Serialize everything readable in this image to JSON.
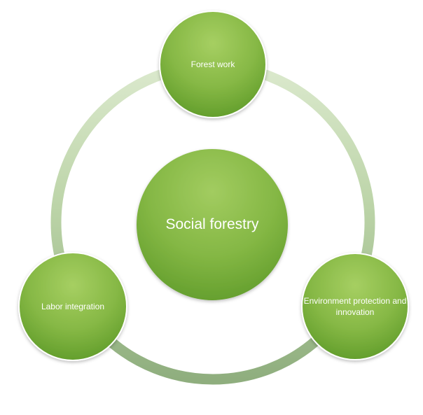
{
  "diagram": {
    "center": {
      "label": "Social forestry"
    },
    "nodes": [
      {
        "id": "top",
        "label": "Forest work"
      },
      {
        "id": "left",
        "label": "Labor integration"
      },
      {
        "id": "right",
        "label": "Environment protection and innovation"
      }
    ]
  },
  "colors": {
    "node_light": "#9cc75a",
    "node_dark": "#5d9a28",
    "ring_light": "#d6e6c6",
    "ring_dark": "#8fb07e",
    "text": "#ffffff"
  }
}
